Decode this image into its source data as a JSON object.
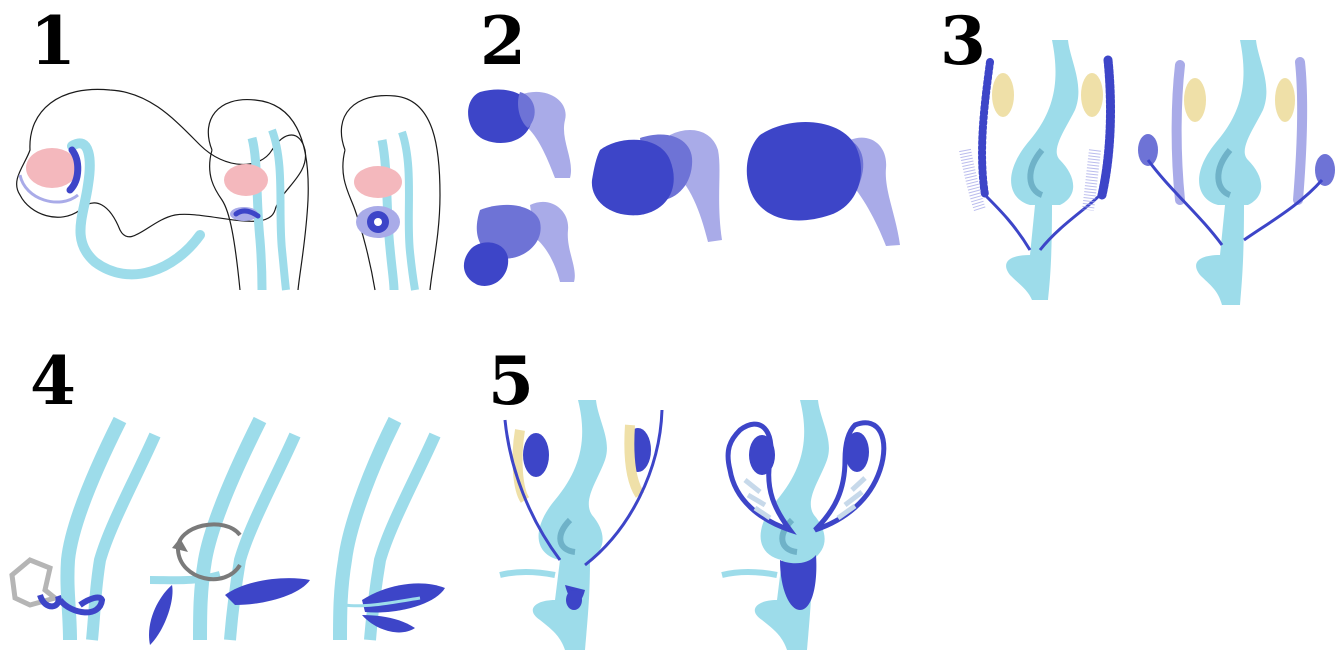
{
  "panels": [
    {
      "label": "1"
    },
    {
      "label": "2"
    },
    {
      "label": "3"
    },
    {
      "label": "4"
    },
    {
      "label": "5"
    }
  ],
  "colors": {
    "duct_light": "#9ddcea",
    "duct_mid": "#6fb2c8",
    "gland_dark": "#3d45c8",
    "gland_mid": "#6e73d6",
    "gland_light": "#a9abe8",
    "gonad": "#efe0a8",
    "heart": "#f4b8bd",
    "outline": "#1a1a1a",
    "arrow": "#7a7a7a",
    "scaffold_gray": "#b5b5b5"
  }
}
